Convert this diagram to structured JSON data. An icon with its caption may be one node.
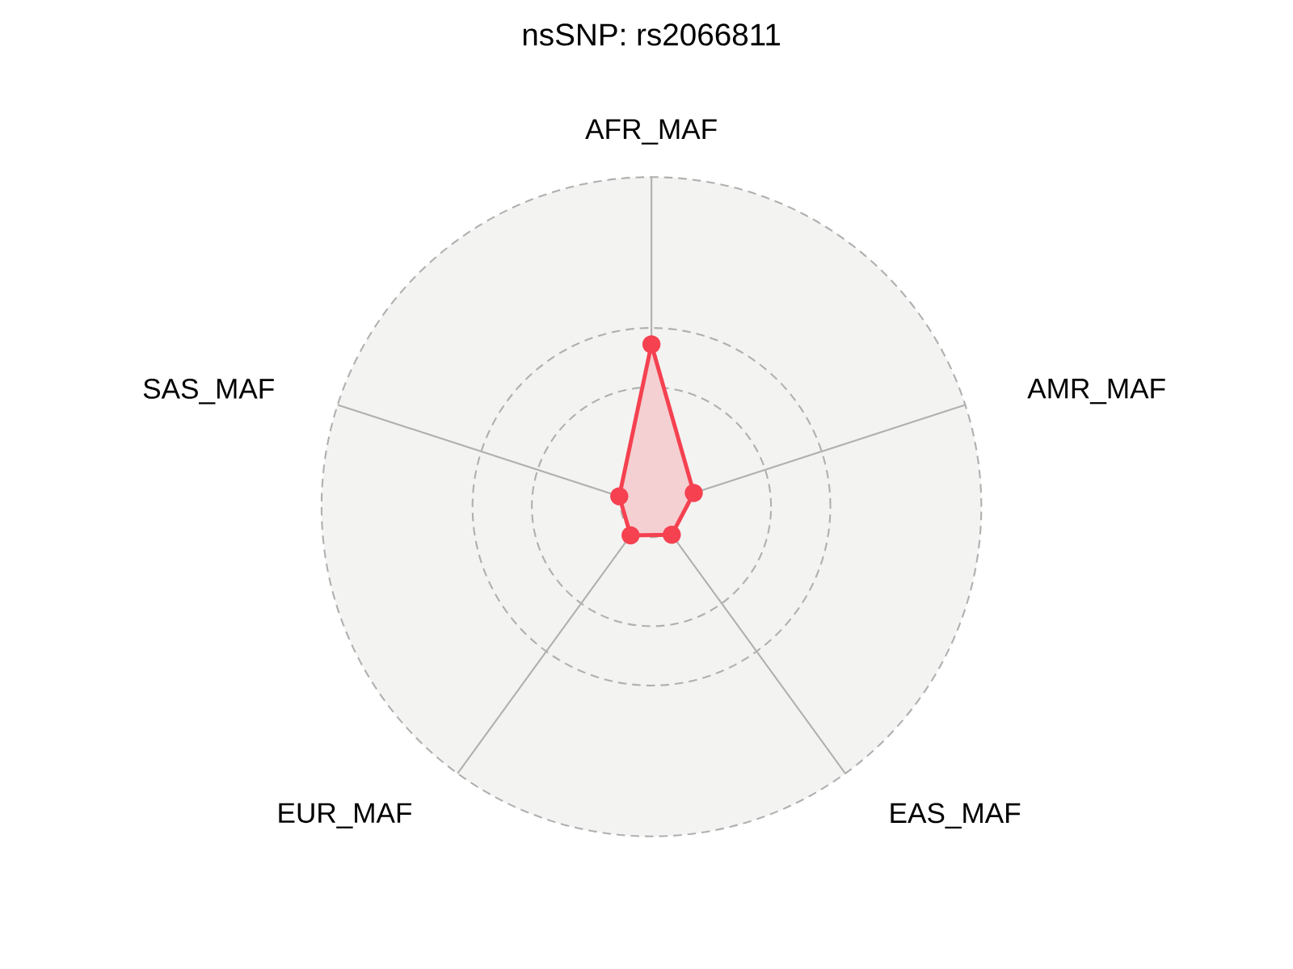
{
  "diagram": {
    "title": "nsSNP: rs2066811",
    "labels": [
      "AFR_MAF",
      "SAS_MAF",
      "AMR_MAF",
      "EUR_MAF",
      "EAS_MAF"
    ]
  }
}
